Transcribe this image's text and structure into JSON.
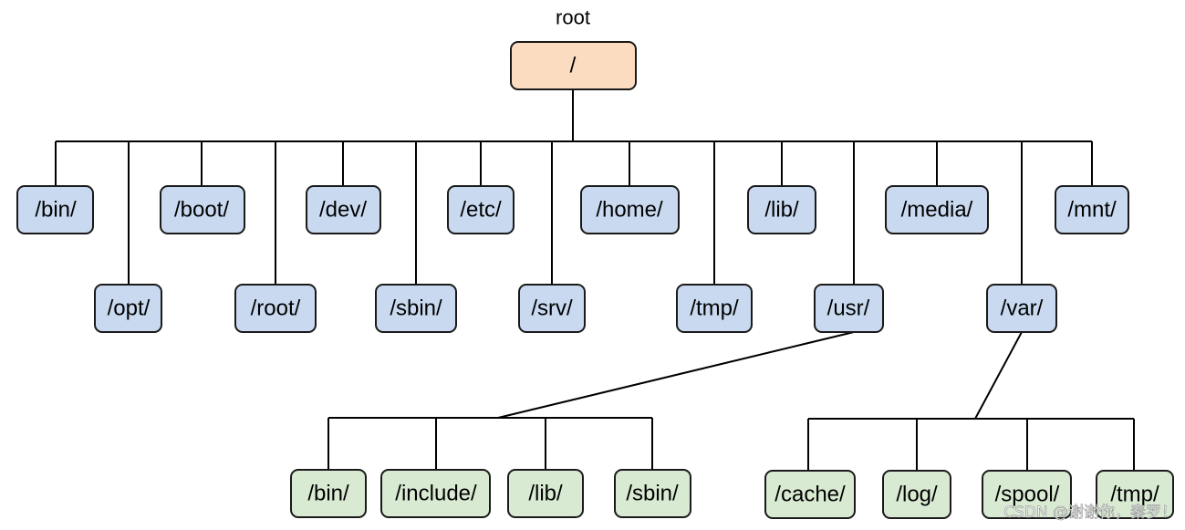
{
  "root_caption": "root",
  "colors": {
    "root": "#fcdcc0",
    "level1": "#c9daf0",
    "level2": "#d9ead3",
    "line": "#000000",
    "border": "#1a1a1a"
  },
  "tree": {
    "root": "/",
    "top_directories": [
      "/bin/",
      "/boot/",
      "/dev/",
      "/etc/",
      "/home/",
      "/lib/",
      "/media/",
      "/mnt/",
      "/opt/",
      "/root/",
      "/sbin/",
      "/srv/",
      "/tmp/",
      "/usr/",
      "/var/"
    ],
    "usr_children": [
      "/bin/",
      "/include/",
      "/lib/",
      "/sbin/"
    ],
    "var_children": [
      "/cache/",
      "/log/",
      "/spool/",
      "/tmp/"
    ]
  },
  "watermark": "CSDN @谢谢你，秦罗！"
}
